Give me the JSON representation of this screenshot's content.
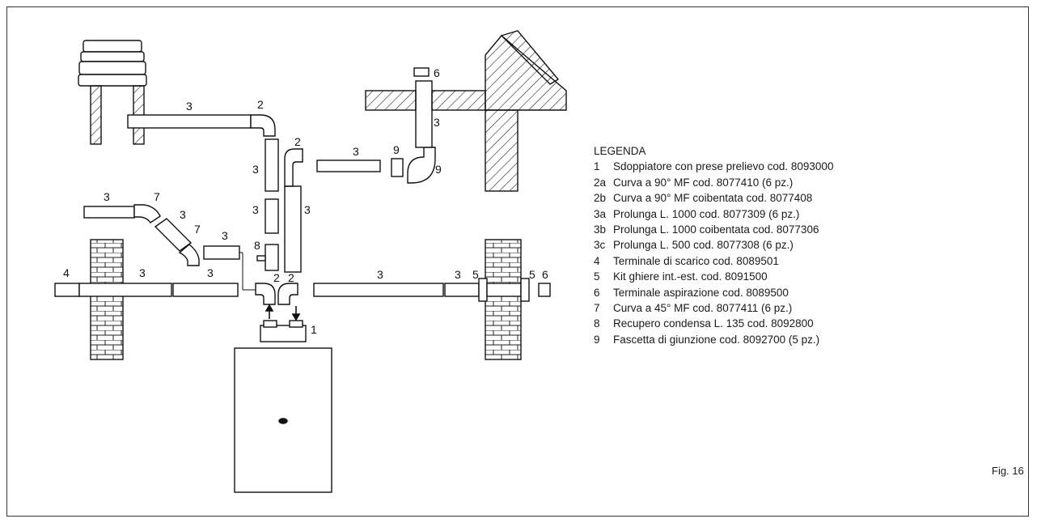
{
  "legend": {
    "title": "LEGENDA",
    "items": [
      {
        "code": "1",
        "text": "Sdoppiatore con prese prelievo cod. 8093000"
      },
      {
        "code": "2a",
        "text": "Curva a 90° MF cod. 8077410 (6 pz.)"
      },
      {
        "code": "2b",
        "text": "Curva a 90° MF coibentata cod. 8077408"
      },
      {
        "code": "3a",
        "text": "Prolunga L. 1000 cod. 8077309 (6 pz.)"
      },
      {
        "code": "3b",
        "text": "Prolunga L. 1000 coibentata cod. 8077306"
      },
      {
        "code": "3c",
        "text": "Prolunga L. 500 cod. 8077308 (6 pz.)"
      },
      {
        "code": "4",
        "text": "Terminale di scarico cod. 8089501"
      },
      {
        "code": "5",
        "text": "Kit ghiere int.-est. cod. 8091500"
      },
      {
        "code": "6",
        "text": "Terminale aspirazione cod. 8089500"
      },
      {
        "code": "7",
        "text": "Curva a 45° MF cod. 8077411 (6 pz.)"
      },
      {
        "code": "8",
        "text": "Recupero condensa L. 135 cod. 8092800"
      },
      {
        "code": "9",
        "text": "Fascetta di giunzione cod. 8092700 (5 pz.)"
      }
    ]
  },
  "figure_label": "Fig. 16",
  "callouts": {
    "c1": "1",
    "c2": "2",
    "c3": "3",
    "c4": "4",
    "c5": "5",
    "c6": "6",
    "c7": "7",
    "c8": "8",
    "c9": "9"
  }
}
